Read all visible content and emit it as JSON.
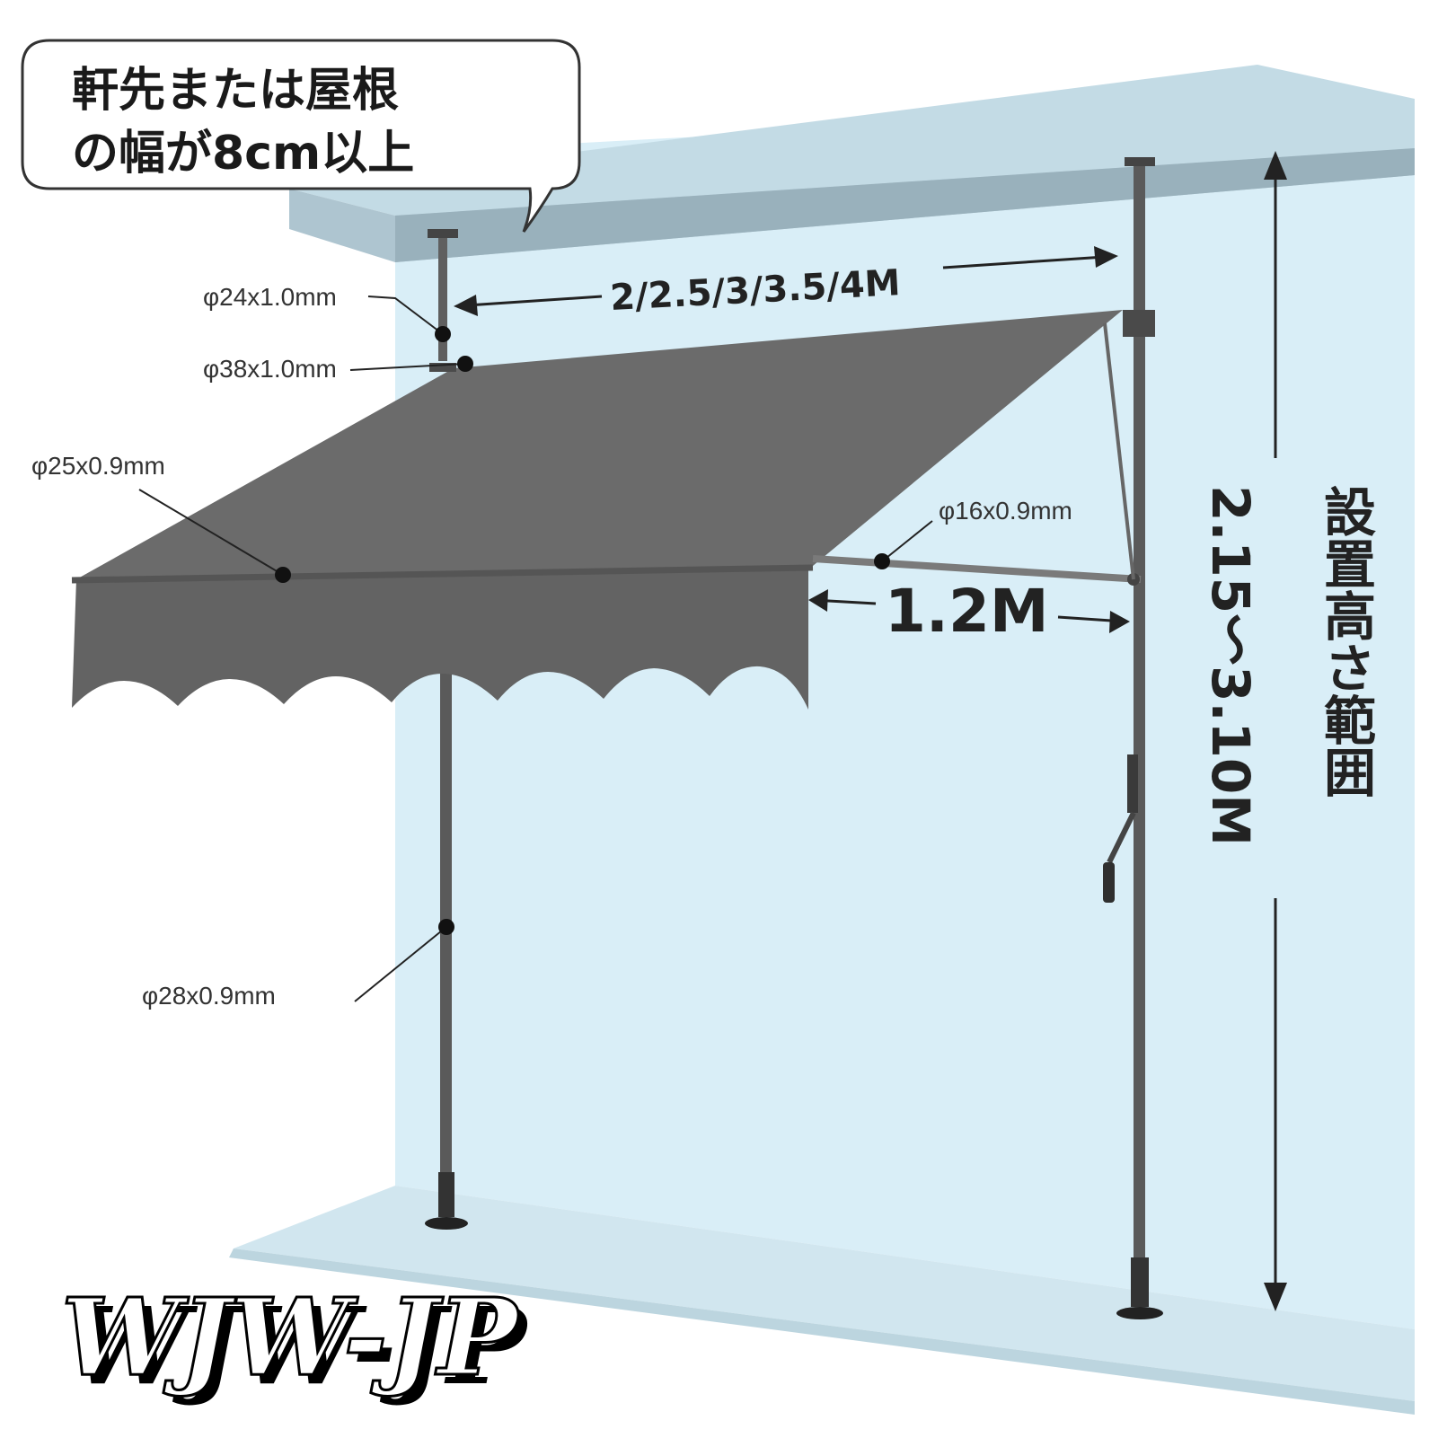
{
  "callout": {
    "line1": "軒先または屋根",
    "line2": "の幅が8cm以上"
  },
  "dimensions": {
    "width_options": "2/2.5/3/3.5/4M",
    "projection": "1.2M",
    "height_title": "設置高さ範囲",
    "height_range": "2.15～3.10M"
  },
  "parts": {
    "top_pole": "φ24x1.0mm",
    "roller_tube": "φ38x1.0mm",
    "front_bar": "φ25x0.9mm",
    "arm": "φ16x0.9mm",
    "lower_pole": "φ28x0.9mm"
  },
  "logo": "WJW-JP",
  "colors": {
    "wall": "#d6ecf5",
    "ceiling_top": "#bcd5df",
    "ceiling_front": "#a8bfca",
    "floor": "#cfe4ee",
    "fabric": "#6b6b6b",
    "fabric_dark": "#5c5c5c",
    "pole": "#5a5a5a"
  }
}
